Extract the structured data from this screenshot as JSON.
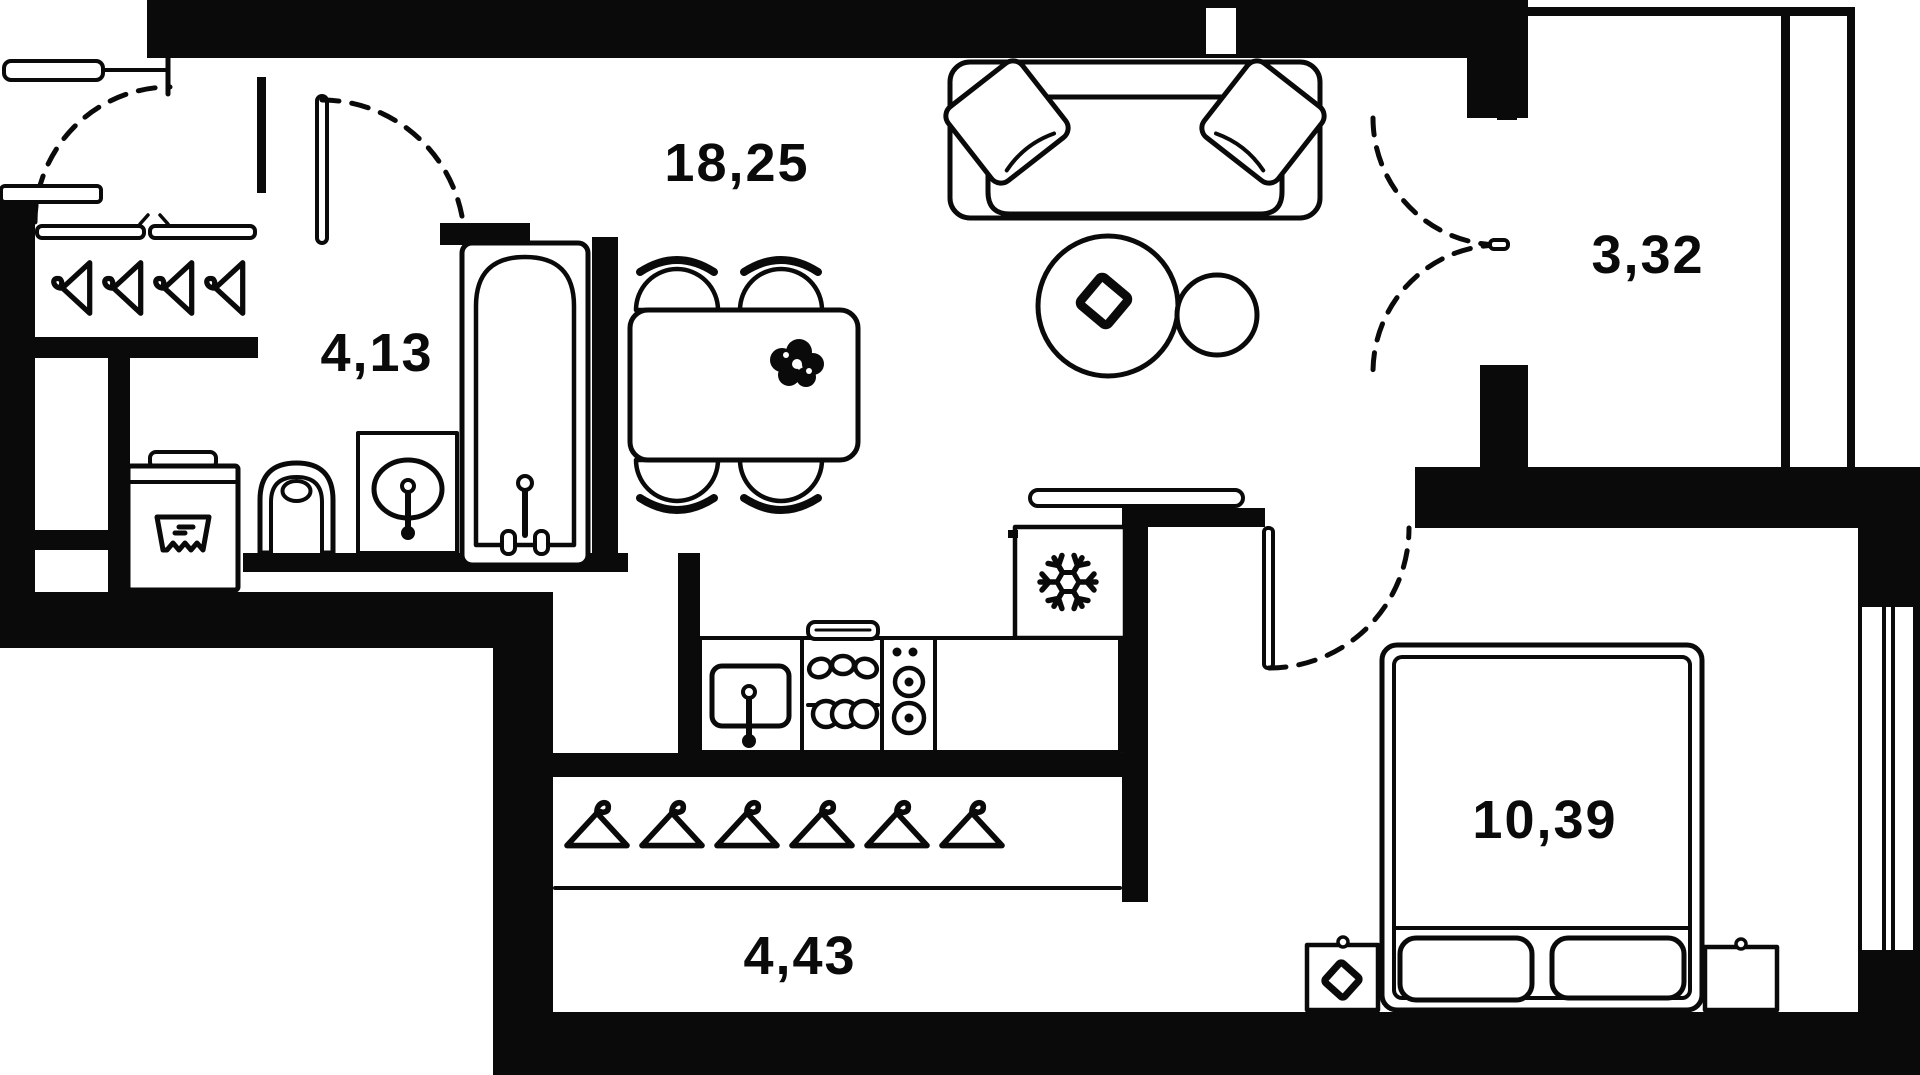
{
  "plan": {
    "title": "Studio apartment floor plan",
    "rooms": [
      {
        "id": "living-kitchen",
        "area_label": "18,25"
      },
      {
        "id": "bathroom",
        "area_label": "4,13"
      },
      {
        "id": "loggia",
        "area_label": "3,32"
      },
      {
        "id": "bedroom",
        "area_label": "10,39"
      },
      {
        "id": "wardrobe-hall",
        "area_label": "4,43"
      }
    ],
    "colors": {
      "wall": "#0a0a0a",
      "floor": "#ffffff",
      "line": "#0a0a0a"
    },
    "icons": [
      "hanger-icon",
      "snowflake-icon",
      "laundry-icon",
      "plant-icon",
      "diamond-decor-icon",
      "faucet-icon",
      "burner-icon",
      "door-swing-arc"
    ]
  }
}
